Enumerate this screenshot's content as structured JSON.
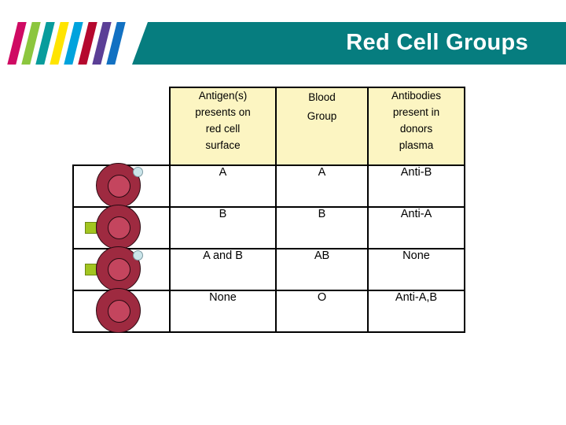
{
  "header": {
    "title": "Red Cell Groups",
    "banner_color": "#067d7f",
    "title_color": "#ffffff",
    "stripes": [
      {
        "name": "stripe-magenta",
        "color": "#cf0a63"
      },
      {
        "name": "stripe-green",
        "color": "#8cc63e"
      },
      {
        "name": "stripe-teal",
        "color": "#089c9c"
      },
      {
        "name": "stripe-yellow",
        "color": "#ffe400"
      },
      {
        "name": "stripe-skyblue",
        "color": "#00a3dd"
      },
      {
        "name": "stripe-darkred",
        "color": "#b5082e"
      },
      {
        "name": "stripe-purple",
        "color": "#5b3f96"
      },
      {
        "name": "stripe-blue",
        "color": "#1271c2"
      }
    ]
  },
  "table": {
    "header_bg": "#fcf5c2",
    "border_color": "#000000",
    "columns": [
      {
        "name": "cell-illustration",
        "label_lines": []
      },
      {
        "name": "antigen",
        "label_lines": [
          "Antigen(s)",
          "presents on",
          "red cell",
          "surface"
        ]
      },
      {
        "name": "blood-group",
        "label_lines": [
          "Blood",
          "Group"
        ]
      },
      {
        "name": "antibodies",
        "label_lines": [
          "Antibodies",
          "present in",
          "donors",
          "plasma"
        ]
      }
    ],
    "rows": [
      {
        "name": "row-group-a",
        "antigen": "A",
        "blood_group": "A",
        "antibodies": "Anti-B",
        "markers": {
          "blue_circle": true,
          "green_square": false
        }
      },
      {
        "name": "row-group-b",
        "antigen": "B",
        "blood_group": "B",
        "antibodies": "Anti-A",
        "markers": {
          "blue_circle": false,
          "green_square": true
        }
      },
      {
        "name": "row-group-ab",
        "antigen": "A and B",
        "blood_group": "AB",
        "antibodies": "None",
        "markers": {
          "blue_circle": true,
          "green_square": true
        }
      },
      {
        "name": "row-group-o",
        "antigen": "None",
        "blood_group": "O",
        "antibodies": "Anti-A,B",
        "markers": {
          "blue_circle": false,
          "green_square": false
        }
      }
    ]
  },
  "illustration": {
    "cell_outer_color": "#9e2a40",
    "cell_inner_color": "#c4455e",
    "marker_blue_color": "#cbe5ea",
    "marker_green_color": "#a2c520"
  }
}
